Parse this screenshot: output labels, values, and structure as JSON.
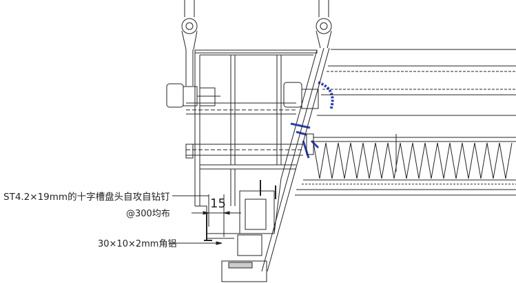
{
  "annotations": {
    "screw_label": "ST4.2×19mm的十字槽盘头自攻自钻钉",
    "screw_spacing": "@300均布",
    "angle_label": "30×10×2mm角铝",
    "dimension": "15"
  },
  "colors": {
    "line": "#222222",
    "accent": "#2a3fb0"
  }
}
